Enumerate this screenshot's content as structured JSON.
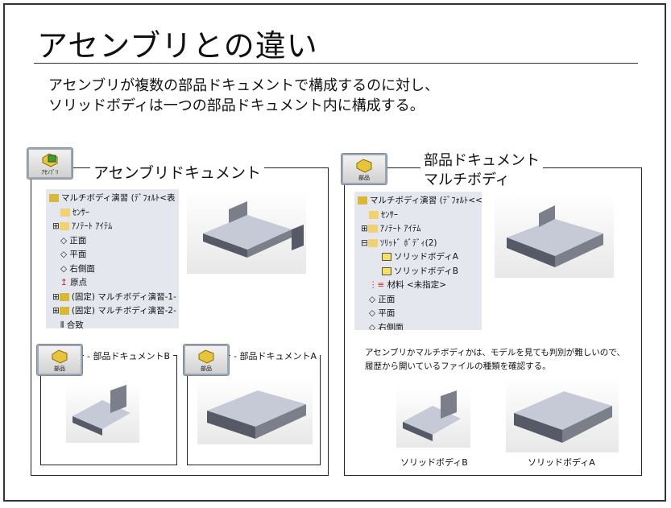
{
  "title": "アセンブリとの違い",
  "subtitle": [
    "アセンブリが複数の部品ドキュメントで構成するのに対し、",
    "ソリッドボディは一つの部品ドキュメント内に構成する。"
  ],
  "left": {
    "icon_label": "ｱｾﾝﾌﾞﾘ",
    "heading": "アセンブリドキュメント",
    "tree": [
      "マルチボディ演習 (ﾃﾞﾌｫﾙﾄ<表",
      "ｾﾝｻｰ",
      "ｱﾉﾃｰﾄ ｱｲﾃﾑ",
      "正面",
      "平面",
      "右側面",
      "原点",
      "(固定) マルチボディ演習-1-",
      "(固定) マルチボディ演習-2-",
      "合致"
    ],
    "partB": {
      "icon_label": "部品",
      "heading": "部品ドキュメントB"
    },
    "partA": {
      "icon_label": "部品",
      "heading": "部品ドキュメントA"
    }
  },
  "right": {
    "icon_label": "部品",
    "heading": [
      "部品ドキュメント",
      "マルチボディ"
    ],
    "tree": [
      "マルチボディ演習 (ﾃﾞﾌｫﾙﾄ<<",
      "ｾﾝｻｰ",
      "ｱﾉﾃｰﾄ ｱｲﾃﾑ",
      "ｿﾘｯﾄﾞ ﾎﾞﾃﾞｨ(2)",
      "ソリッドボディA",
      "ソリッドボディB",
      "材料 <未指定>",
      "正面",
      "平面",
      "右側面"
    ],
    "note": [
      "アセンブリかマルチボディかは、モデルを見ても判別が難しいので、",
      "履歴から開いているファイルの種類を確認する。"
    ],
    "captionB": "ソリッドボディB",
    "captionA": "ソリッドボディA"
  }
}
